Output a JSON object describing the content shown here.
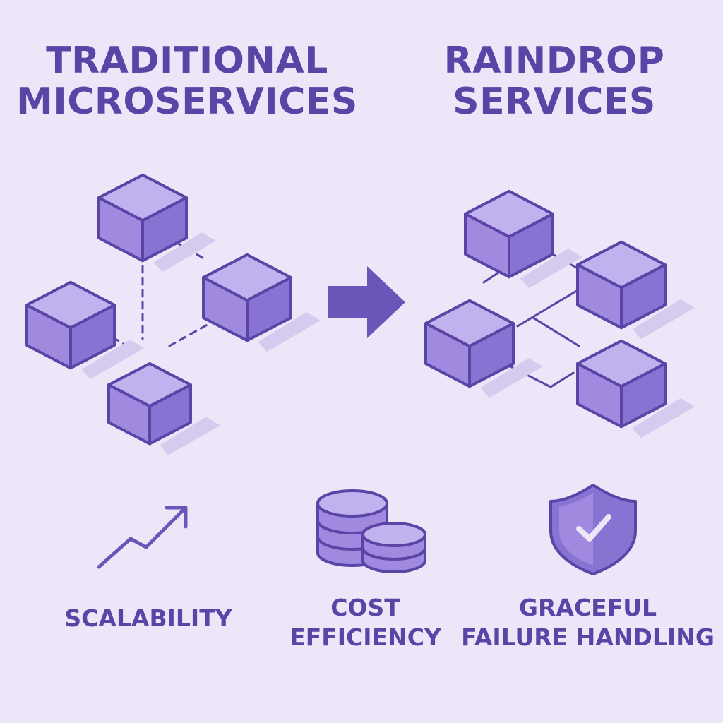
{
  "headings": {
    "left": [
      "TRADITIONAL",
      "MICROSERVICES"
    ],
    "right": [
      "RAINDROP",
      "SERVICES"
    ]
  },
  "features": {
    "scalability": [
      "SCALABILITY"
    ],
    "cost_efficiency": [
      "COST",
      "EFFICIENCY"
    ],
    "graceful_failure": [
      "GRACEFUL",
      "FAILURE HANDLING"
    ]
  },
  "icons": {
    "cube": "cube-icon",
    "arrow": "right-arrow-icon",
    "trend": "trending-up-icon",
    "coins": "coin-stack-icon",
    "shield": "shield-check-icon"
  },
  "colors": {
    "background": "#ece6f8",
    "accent": "#5a45a6",
    "cube_top": "#c1b1ee",
    "cube_left": "#a08ae0",
    "cube_right": "#8973d2",
    "shadow": "#d6cbef"
  }
}
